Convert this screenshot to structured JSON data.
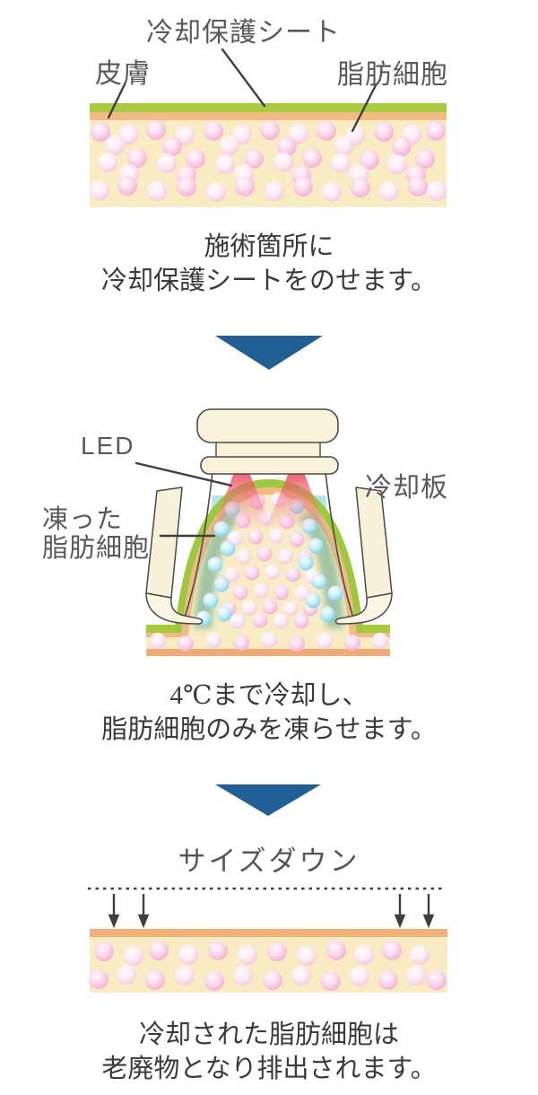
{
  "palette": {
    "arrow_blue": "#215e94",
    "sheet_green": "#a6cb3f",
    "skin_tan": "#f2bb85",
    "fat_cream": "#f9ecc3",
    "deep_skin_orange": "#f0ab74",
    "fat_cell_pink": "#f3afd2",
    "frozen_cell_blue": "#7dd2f0",
    "cooling_water_blue": "#b9e2f3",
    "led_red": "#e84b5a",
    "device_cream": "#faf3da",
    "outline_gray": "#4a4a4a",
    "label_gray": "#595959",
    "caption_gray": "#3a3a3a"
  },
  "step1": {
    "labels": {
      "sheet": "冷却保護シート",
      "skin": "皮膚",
      "fat_cells": "脂肪細胞"
    },
    "caption": {
      "line1": "施術箇所に",
      "line2": "冷却保護シートをのせます。"
    }
  },
  "step2": {
    "labels": {
      "led": "LED",
      "cooling_plate": "冷却板",
      "frozen_line1": "凍った",
      "frozen_line2": "脂肪細胞"
    },
    "caption": {
      "line1": "4℃まで冷却し、",
      "line2": "脂肪細胞のみを凍らせます。"
    }
  },
  "step3": {
    "title": "サイズダウン",
    "caption": {
      "line1": "冷却された脂肪細胞は",
      "line2": "老廃物となり排出されます。"
    }
  }
}
